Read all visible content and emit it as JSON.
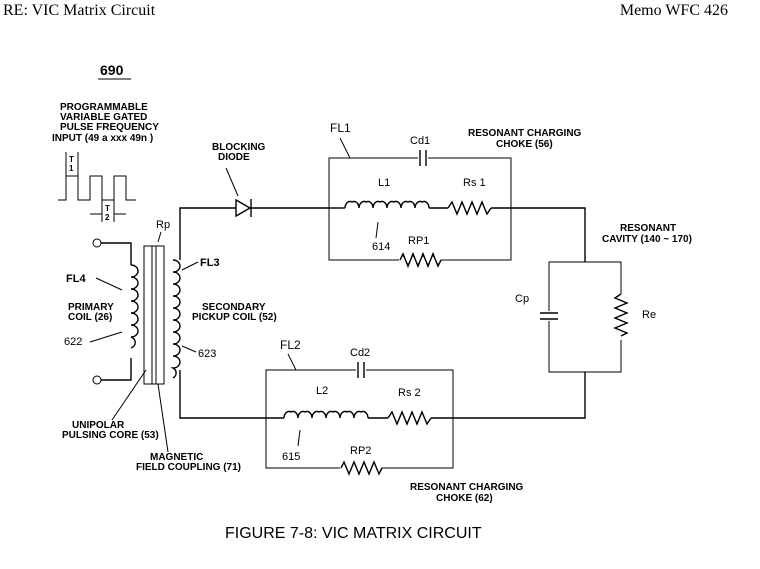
{
  "header": {
    "left": "RE: VIC Matrix Circuit",
    "right": "Memo WFC 426"
  },
  "figure": {
    "number": "690",
    "caption": "FIGURE 7-8: VIC MATRIX CIRCUIT",
    "input_label": [
      "PROGRAMMABLE",
      "VARIABLE GATED",
      "PULSE FREQUENCY",
      "INPUT (49 a xxx 49n )"
    ],
    "t1": [
      "T",
      "1"
    ],
    "t2": [
      "T",
      "2"
    ],
    "rp_label": "Rp",
    "fl4": "FL4",
    "primary_coil": [
      "PRIMARY",
      "COIL (26)"
    ],
    "ref_622": "622",
    "fl3": "FL3",
    "secondary_coil": [
      "SECONDARY",
      "PICKUP COIL (52)"
    ],
    "ref_623": "623",
    "unipolar_core": [
      "UNIPOLAR",
      "PULSING CORE (53)"
    ],
    "magnetic_coupling": [
      "MAGNETIC",
      "FIELD COUPLING (71)"
    ],
    "blocking_diode": [
      "BLOCKING",
      "DIODE"
    ],
    "fl1": "FL1",
    "cd1": "Cd1",
    "resonant_choke_56": [
      "RESONANT CHARGING",
      "CHOKE (56)"
    ],
    "l1": "L1",
    "rs1": "Rs 1",
    "ref_614": "614",
    "rp1": "RP1",
    "resonant_cavity": [
      "RESONANT",
      "CAVITY (140 ~ 170)"
    ],
    "cp": "Cp",
    "re": "Re",
    "fl2": "FL2",
    "cd2": "Cd2",
    "l2": "L2",
    "rs2": "Rs 2",
    "ref_615": "615",
    "rp2": "RP2",
    "resonant_choke_62": [
      "RESONANT CHARGING",
      "CHOKE (62)"
    ]
  }
}
